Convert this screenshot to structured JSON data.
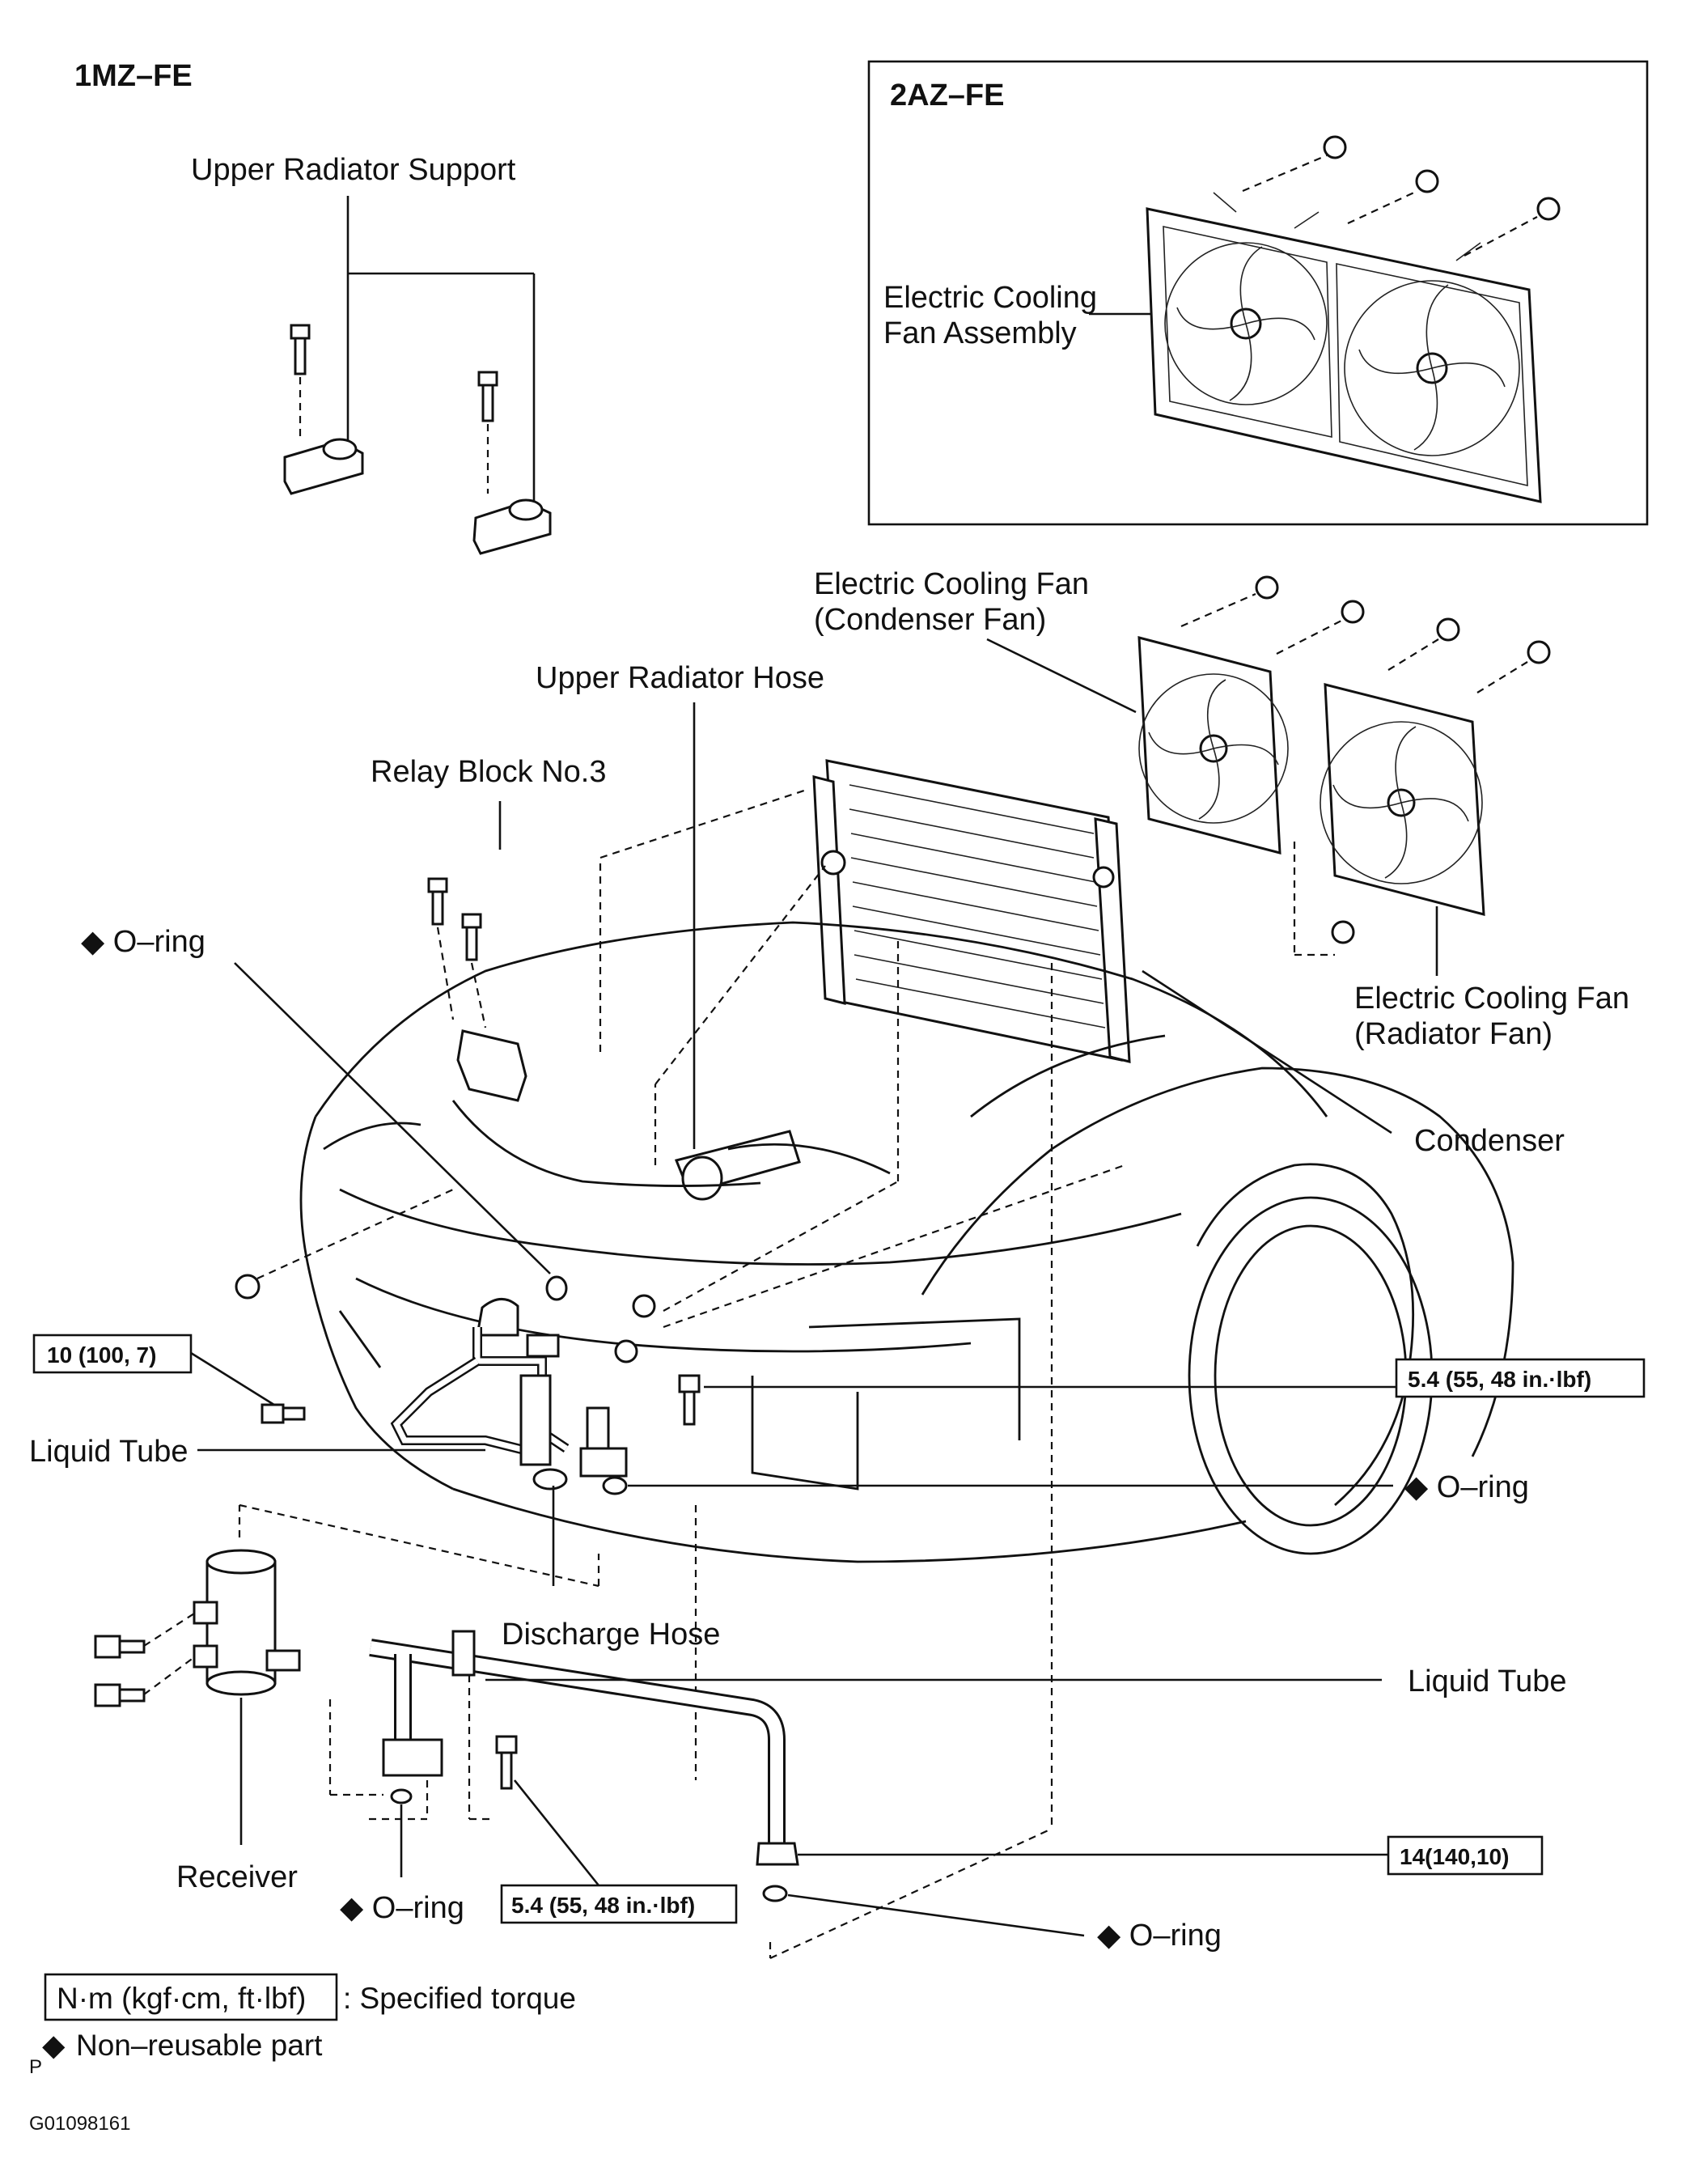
{
  "header": {
    "engine_1mz": "1MZ–FE",
    "engine_2az": "2AZ–FE"
  },
  "labels": {
    "upper_radiator_support": "Upper Radiator Support",
    "electric_cooling_fan_assembly_1": "Electric Cooling",
    "electric_cooling_fan_assembly_2": "Fan Assembly",
    "condenser_fan_1": "Electric Cooling Fan",
    "condenser_fan_2": "(Condenser Fan)",
    "upper_radiator_hose": "Upper Radiator Hose",
    "relay_block": "Relay Block No.3",
    "o_ring_top": "O–ring",
    "radiator_fan_1": "Electric Cooling Fan",
    "radiator_fan_2": "(Radiator Fan)",
    "condenser": "Condenser",
    "liquid_tube_left": "Liquid Tube",
    "o_ring_right": "O–ring",
    "discharge_hose": "Discharge Hose",
    "liquid_tube_right": "Liquid Tube",
    "receiver": "Receiver",
    "o_ring_bottom_left": "O–ring",
    "o_ring_bottom_right": "O–ring"
  },
  "torques": {
    "left_bolt": "10 (100, 7)",
    "right_bolt": "5.4 (55, 48 in.·lbf)",
    "bottom_bolt": "5.4 (55, 48 in.·lbf)",
    "tube_nut": "14(140,10)"
  },
  "legend": {
    "torque_box": "N·m (kgf·cm, ft·lbf)",
    "torque_text": ": Specified torque",
    "diamond_text": "Non–reusable part",
    "diamond_symbol": "◆",
    "p_mark": "P"
  },
  "footer": {
    "figure_id": "G01098161"
  },
  "colors": {
    "ink": "#111111",
    "paper": "#ffffff"
  }
}
